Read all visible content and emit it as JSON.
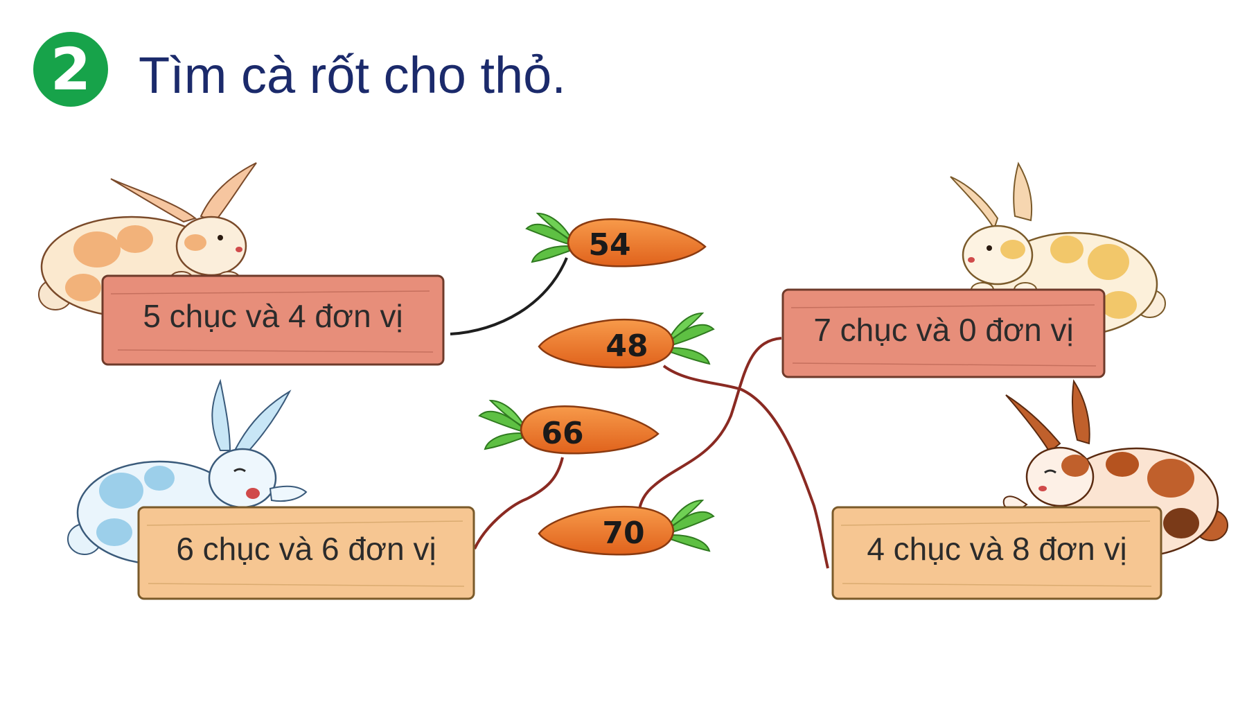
{
  "header": {
    "badge_number": "2",
    "title": "Tìm cà rốt cho thỏ."
  },
  "rabbits": [
    {
      "id": "r1",
      "label": "5 chục và 4 đơn vị",
      "color": "#f2b27a"
    },
    {
      "id": "r2",
      "label": "6 chục và 6 đơn vị",
      "color": "#9ccfea"
    },
    {
      "id": "r3",
      "label": "7 chục và 0 đơn vị",
      "color": "#f2c76a"
    },
    {
      "id": "r4",
      "label": "4 chục và 8 đơn vị",
      "color": "#c0602c"
    }
  ],
  "carrots": [
    {
      "id": "c54",
      "number": "54"
    },
    {
      "id": "c48",
      "number": "48"
    },
    {
      "id": "c66",
      "number": "66"
    },
    {
      "id": "c70",
      "number": "70"
    }
  ],
  "matches": [
    {
      "rabbit": "5 chục và 4 đơn vị",
      "carrot": "54"
    },
    {
      "rabbit": "7 chục và 0 đơn vị",
      "carrot": "70"
    },
    {
      "rabbit": "6 chục và 6 đơn vị",
      "carrot": "66"
    },
    {
      "rabbit": "4 chục và 8 đơn vị",
      "carrot": "48"
    }
  ],
  "colors": {
    "badge": "#17a34a",
    "title": "#1b2a6b",
    "plank_red": "#e78e7a",
    "plank_orange": "#f6c692",
    "carrot": "#f07a2a",
    "carrot_leaf": "#5ec043",
    "line_dark": "#1e1e1e",
    "line_red": "#8a2a22"
  }
}
